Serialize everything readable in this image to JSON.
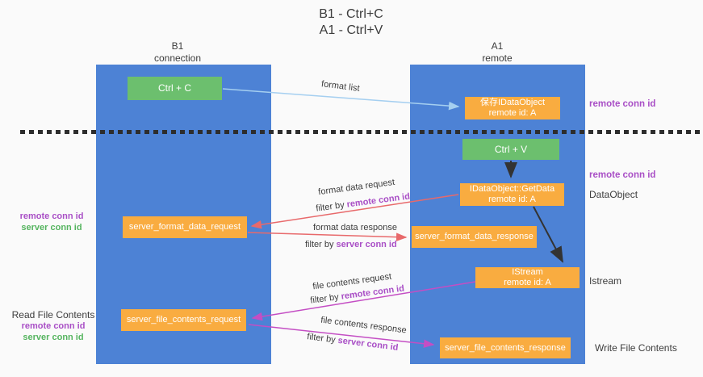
{
  "title": {
    "line1": "B1 - Ctrl+C",
    "line2": "A1 - Ctrl+V"
  },
  "columns": {
    "left": {
      "header_line1": "B1",
      "header_line2": "connection"
    },
    "right": {
      "header_line1": "A1",
      "header_line2": "remote"
    }
  },
  "nodes": {
    "ctrl_c": {
      "label": "Ctrl + C"
    },
    "ctrl_v": {
      "label": "Ctrl + V"
    },
    "save_idataobject": {
      "line1": "保存IDataObject",
      "line2": "remote id: A"
    },
    "idataobject_getdata": {
      "line1": "IDataObject::GetData",
      "line2": "remote id: A"
    },
    "istream": {
      "line1": "IStream",
      "line2": "remote id: A"
    },
    "server_format_data_request": {
      "label": "server_format_data_request"
    },
    "server_format_data_response": {
      "label": "server_format_data_response"
    },
    "server_file_contents_request": {
      "label": "server_file_contents_request"
    },
    "server_file_contents_response": {
      "label": "server_file_contents_response"
    }
  },
  "arrow_labels": {
    "format_list": "format list",
    "row1_title": "format data request",
    "row1_filter": "filter by ",
    "row1_conn": "remote conn id",
    "row2_title": "format data response",
    "row2_filter": "filter by ",
    "row2_conn": "server conn id",
    "row3_title": "file contents request",
    "row3_filter": "filter by ",
    "row3_conn": "remote conn id",
    "row4_title": "file contents response",
    "row4_filter": "filter by ",
    "row4_conn": "server conn id"
  },
  "side_labels": {
    "right_remote_conn_1": "remote conn id",
    "right_remote_conn_2": "remote conn id",
    "dataobject": "DataObject",
    "istream": "Istream",
    "write_file_contents": "Write File Contents",
    "left_remote_conn_1": "remote conn id",
    "left_server_conn_1": "server conn id",
    "read_file_contents": "Read File Contents",
    "left_remote_conn_2": "remote conn id",
    "left_server_conn_2": "server conn id"
  },
  "colors": {
    "column_blue": "#4d82d5",
    "node_orange": "#f9ac40",
    "node_green": "#6cbf6e",
    "conn_id_purple": "#a94fc6",
    "conn_id_green": "#55b45f",
    "arrow_red": "#e8696b",
    "arrow_magenta": "#c44ec4",
    "arrow_light_blue": "#a5cff0",
    "arrow_black": "#333333",
    "text_dark": "#3d3d3d"
  }
}
